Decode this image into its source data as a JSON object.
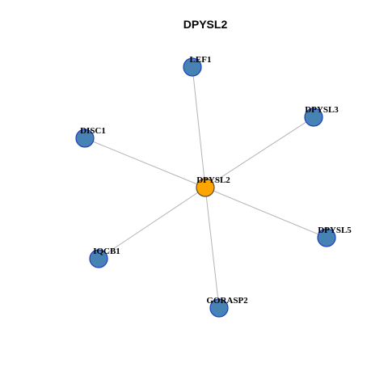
{
  "title": "DPYSL2",
  "colors": {
    "center_node": "#FFA500",
    "leaf_node": "#4682B4",
    "leaf_border": "#1F3FBF",
    "edge": "#B3B3B3"
  },
  "network": {
    "center": {
      "id": "DPYSL2",
      "label": "DPYSL2"
    },
    "nodes": [
      {
        "id": "LEF1",
        "label": "LEF1"
      },
      {
        "id": "DPYSL3",
        "label": "DPYSL3"
      },
      {
        "id": "DISC1",
        "label": "DISC1"
      },
      {
        "id": "DPYSL5",
        "label": "DPYSL5"
      },
      {
        "id": "IQCB1",
        "label": "IQCB1"
      },
      {
        "id": "GORASP2",
        "label": "GORASP2"
      }
    ],
    "edges": [
      [
        "DPYSL2",
        "LEF1"
      ],
      [
        "DPYSL2",
        "DPYSL3"
      ],
      [
        "DPYSL2",
        "DISC1"
      ],
      [
        "DPYSL2",
        "DPYSL5"
      ],
      [
        "DPYSL2",
        "IQCB1"
      ],
      [
        "DPYSL2",
        "GORASP2"
      ]
    ]
  }
}
